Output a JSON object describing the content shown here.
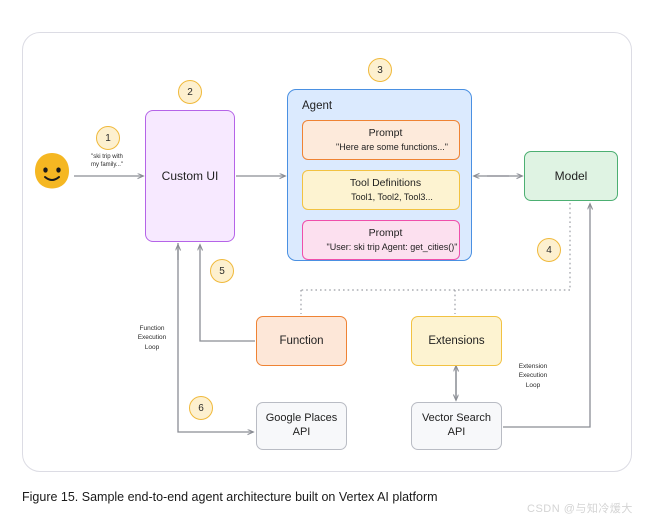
{
  "figure": {
    "caption": "Figure 15. Sample end-to-end agent architecture built on Vertex AI platform",
    "watermark": "CSDN @与知冷煖大"
  },
  "nodes": {
    "custom_ui": "Custom UI",
    "agent": "Agent",
    "model": "Model",
    "function": "Function",
    "extensions": "Extensions",
    "google_places_api": "Google Places\nAPI",
    "vector_search_api": "Vector Search\nAPI"
  },
  "agent_cards": [
    {
      "title": "Prompt",
      "subtitle": "\"Here are some functions...\"",
      "color": "#ef8334"
    },
    {
      "title": "Tool Definitions",
      "subtitle": "Tool1, Tool2, Tool3...",
      "color": "#f2c242"
    },
    {
      "title": "Prompt",
      "subtitle": "\"User: ski trip Agent: get_cities()\"",
      "color": "#ef4faa"
    }
  ],
  "steps": [
    {
      "n": "1"
    },
    {
      "n": "2"
    },
    {
      "n": "3"
    },
    {
      "n": "4"
    },
    {
      "n": "5"
    },
    {
      "n": "6"
    }
  ],
  "annotations": {
    "user_message": "\"ski trip with\nmy family...\"",
    "function_loop": "Function\nExecution\nLoop",
    "extension_loop": "Extension\nExecution\nLoop"
  },
  "colors": {
    "custom_ui_fill": "#f7e9ff",
    "custom_ui_stroke": "#b564e8",
    "agent_fill": "#dbeafe",
    "agent_stroke": "#4a90e2",
    "model_fill": "#dff3e3",
    "model_stroke": "#4caf72",
    "function_fill": "#fde7d8",
    "function_stroke": "#ef8334",
    "extensions_fill": "#fdf3d1",
    "extensions_stroke": "#f2c242",
    "api_fill": "#f7f8fa",
    "api_stroke": "#b9bcc4",
    "step_fill": "#fdf0cf",
    "step_stroke": "#f0b93b",
    "face_fill": "#f5b722",
    "wire": "#8a8d94"
  }
}
